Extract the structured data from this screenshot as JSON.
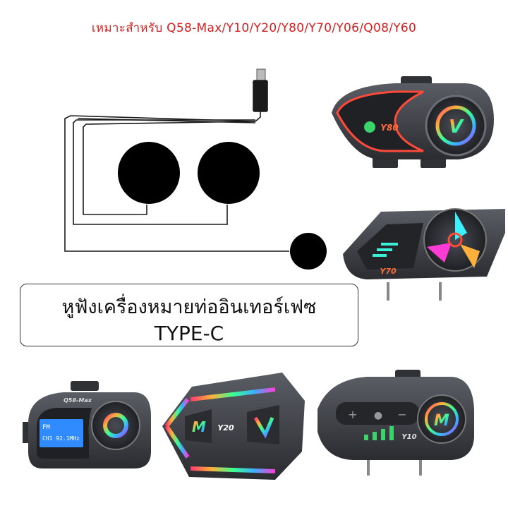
{
  "header": {
    "compatible_models": "เหมาะสำหรับ Q58-Max/Y10/Y20/Y80/Y70/Y06/Q08/Y60"
  },
  "product_label": {
    "line1": "หูฟังเครื่องหมายท่ออินเทอร์เฟซ",
    "line2": "TYPE-C"
  },
  "devices": {
    "y80": {
      "model_mark": "Y80",
      "badge": "V"
    },
    "y70": {
      "model_mark": "Y70"
    },
    "q58": {
      "model_mark": "Q58-Max",
      "screen_lines": [
        "FM",
        "CH1  92.1MHz"
      ]
    },
    "y20": {
      "model_mark": "Y20",
      "badge": "M"
    },
    "y10": {
      "model_mark": "Y10",
      "badge": "M"
    }
  },
  "icons": {
    "cable": "type-c-cable-icon",
    "speakers": "speaker-pad-icon",
    "mic": "microphone-pad-icon"
  },
  "colors": {
    "title_red": "#d21f1f",
    "device_body": "#3b3d42",
    "device_dark": "#25272b",
    "accent_red": "#ff4a3a"
  }
}
